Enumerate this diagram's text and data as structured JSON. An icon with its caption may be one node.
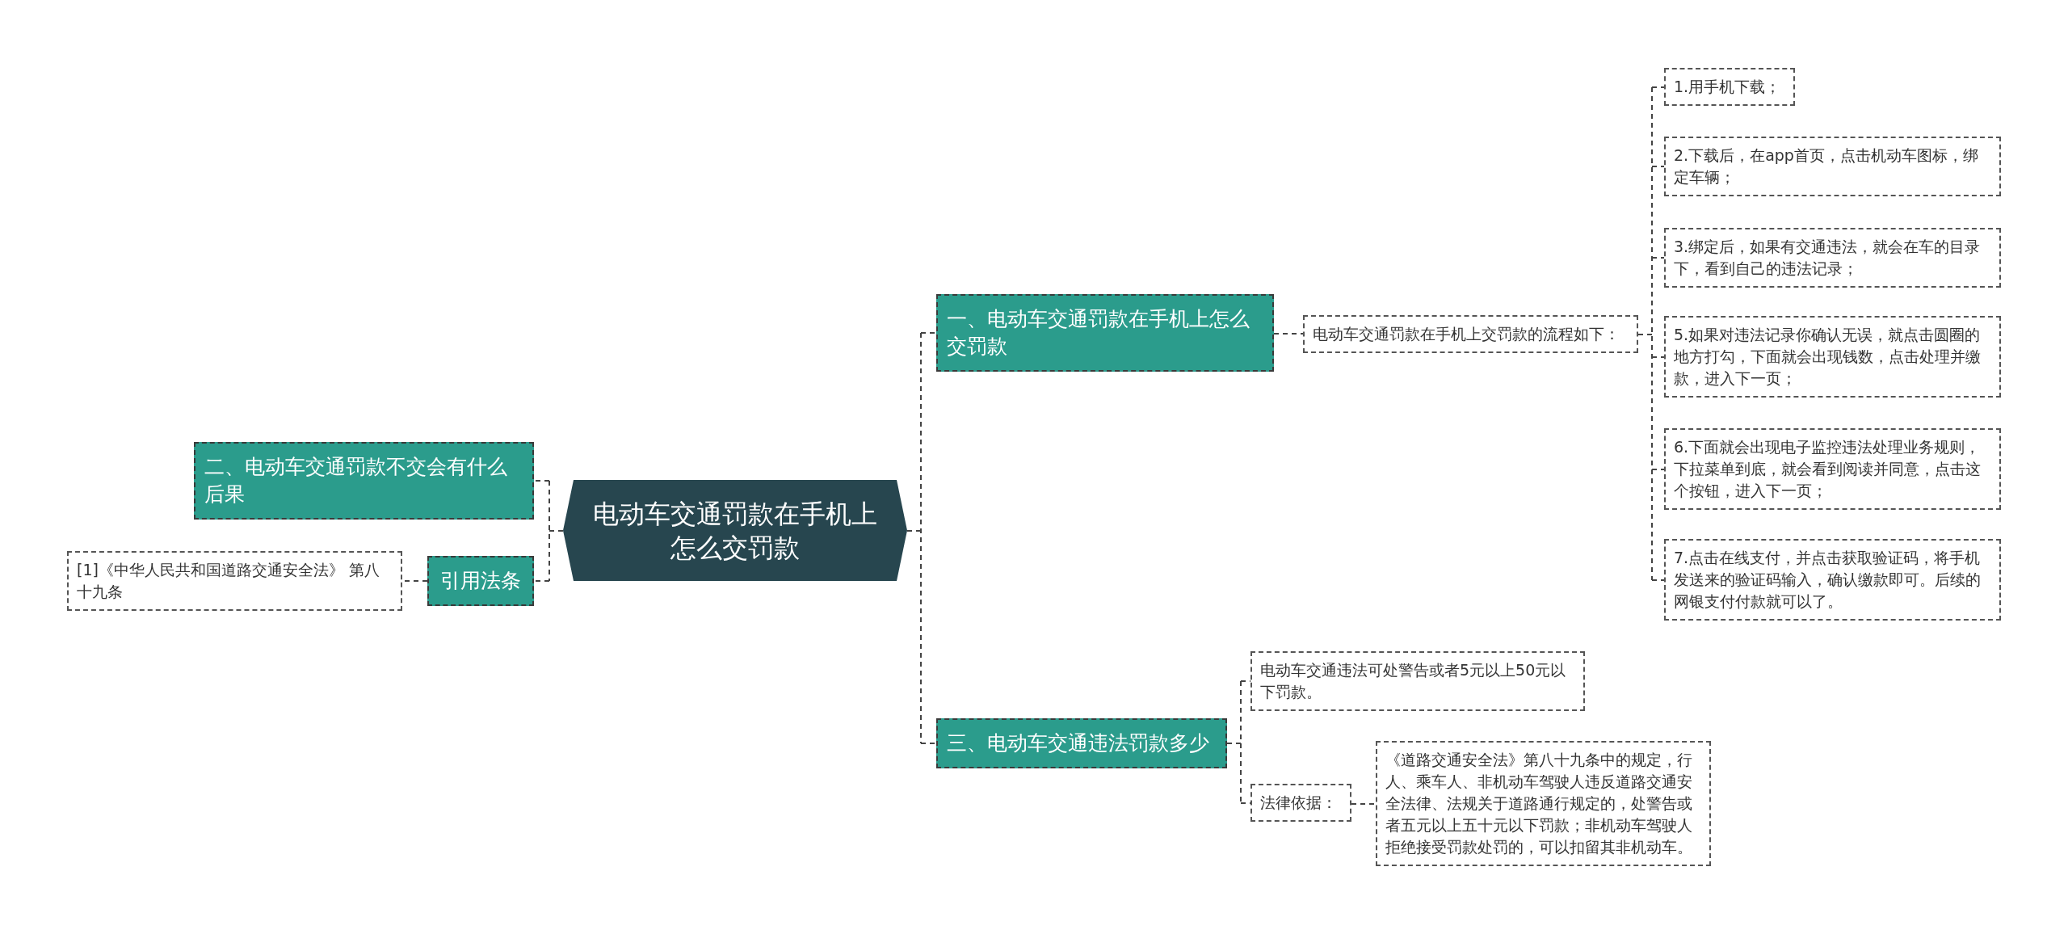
{
  "diagram": {
    "nodes": [
      {
        "text": [
          "电动车交通罚款在手机上怎么交罚款"
        ]
      },
      {
        "text": [
          "一、电动车交通罚款在手机上怎么交罚款"
        ]
      },
      {
        "text": [
          "电动车交通罚款在手机上交罚款的流程如下："
        ]
      },
      {
        "text": [
          "1.用手机下载；"
        ]
      },
      {
        "text": [
          "2.下载后，在app首页，点击机动车图标，绑定车辆；"
        ]
      },
      {
        "text": [
          "3.绑定后，如果有交通违法，就会在车的目录下，看到自己的违法记录；"
        ]
      },
      {
        "text": [
          "5.如果对违法记录你确认无误，就点击圆圈的地方打勾，下面就会出现钱数，点击处理并缴款，进入下一页；"
        ]
      },
      {
        "text": [
          "6.下面就会出现电子监控违法处理业务规则，下拉菜单到底，就会看到阅读并同意，点击这个按钮，进入下一页；"
        ]
      },
      {
        "text": [
          "7.点击在线支付，并点击获取验证码，将手机发送来的验证码输入，确认缴款即可。后续的网银支付付款就可以了。"
        ]
      },
      {
        "text": [
          "三、电动车交通违法罚款多少"
        ]
      },
      {
        "text": [
          "电动车交通违法可处警告或者5元以上50元以下罚款。"
        ]
      },
      {
        "text": [
          "法律依据："
        ]
      },
      {
        "text": [
          "《道路交通安全法》第八十九条中的规定，行人、乘车人、非机动车驾驶人违反道路交通安全法律、法规关于道路通行规定的，处警告或者五元以上五十元以下罚款；非机动车驾驶人拒绝接受罚款处罚的，可以扣留其非机动车。"
        ]
      },
      {
        "text": [
          "二、电动车交通罚款不交会有什么后果"
        ]
      },
      {
        "text": [
          "引用法条"
        ]
      },
      {
        "text": [
          "[1]《中华人民共和国道路交通安全法》 第八十九条"
        ]
      }
    ],
    "edges": [
      {
        "from": 0,
        "to": 1,
        "arrow": "none",
        "style": "dashed"
      },
      {
        "from": 1,
        "to": 2,
        "arrow": "none",
        "style": "dashed"
      },
      {
        "from": 2,
        "to": 3,
        "arrow": "none",
        "style": "dashed"
      },
      {
        "from": 2,
        "to": 4,
        "arrow": "none",
        "style": "dashed"
      },
      {
        "from": 2,
        "to": 5,
        "arrow": "none",
        "style": "dashed"
      },
      {
        "from": 2,
        "to": 6,
        "arrow": "none",
        "style": "dashed"
      },
      {
        "from": 2,
        "to": 7,
        "arrow": "none",
        "style": "dashed"
      },
      {
        "from": 2,
        "to": 8,
        "arrow": "none",
        "style": "dashed"
      },
      {
        "from": 0,
        "to": 9,
        "arrow": "none",
        "style": "dashed"
      },
      {
        "from": 9,
        "to": 10,
        "arrow": "none",
        "style": "dashed"
      },
      {
        "from": 9,
        "to": 11,
        "arrow": "none",
        "style": "dashed"
      },
      {
        "from": 11,
        "to": 12,
        "arrow": "none",
        "style": "dashed"
      },
      {
        "from": 0,
        "to": 13,
        "arrow": "none",
        "style": "dashed"
      },
      {
        "from": 0,
        "to": 14,
        "arrow": "none",
        "style": "dashed"
      },
      {
        "from": 14,
        "to": 15,
        "arrow": "none",
        "style": "dashed"
      }
    ]
  }
}
